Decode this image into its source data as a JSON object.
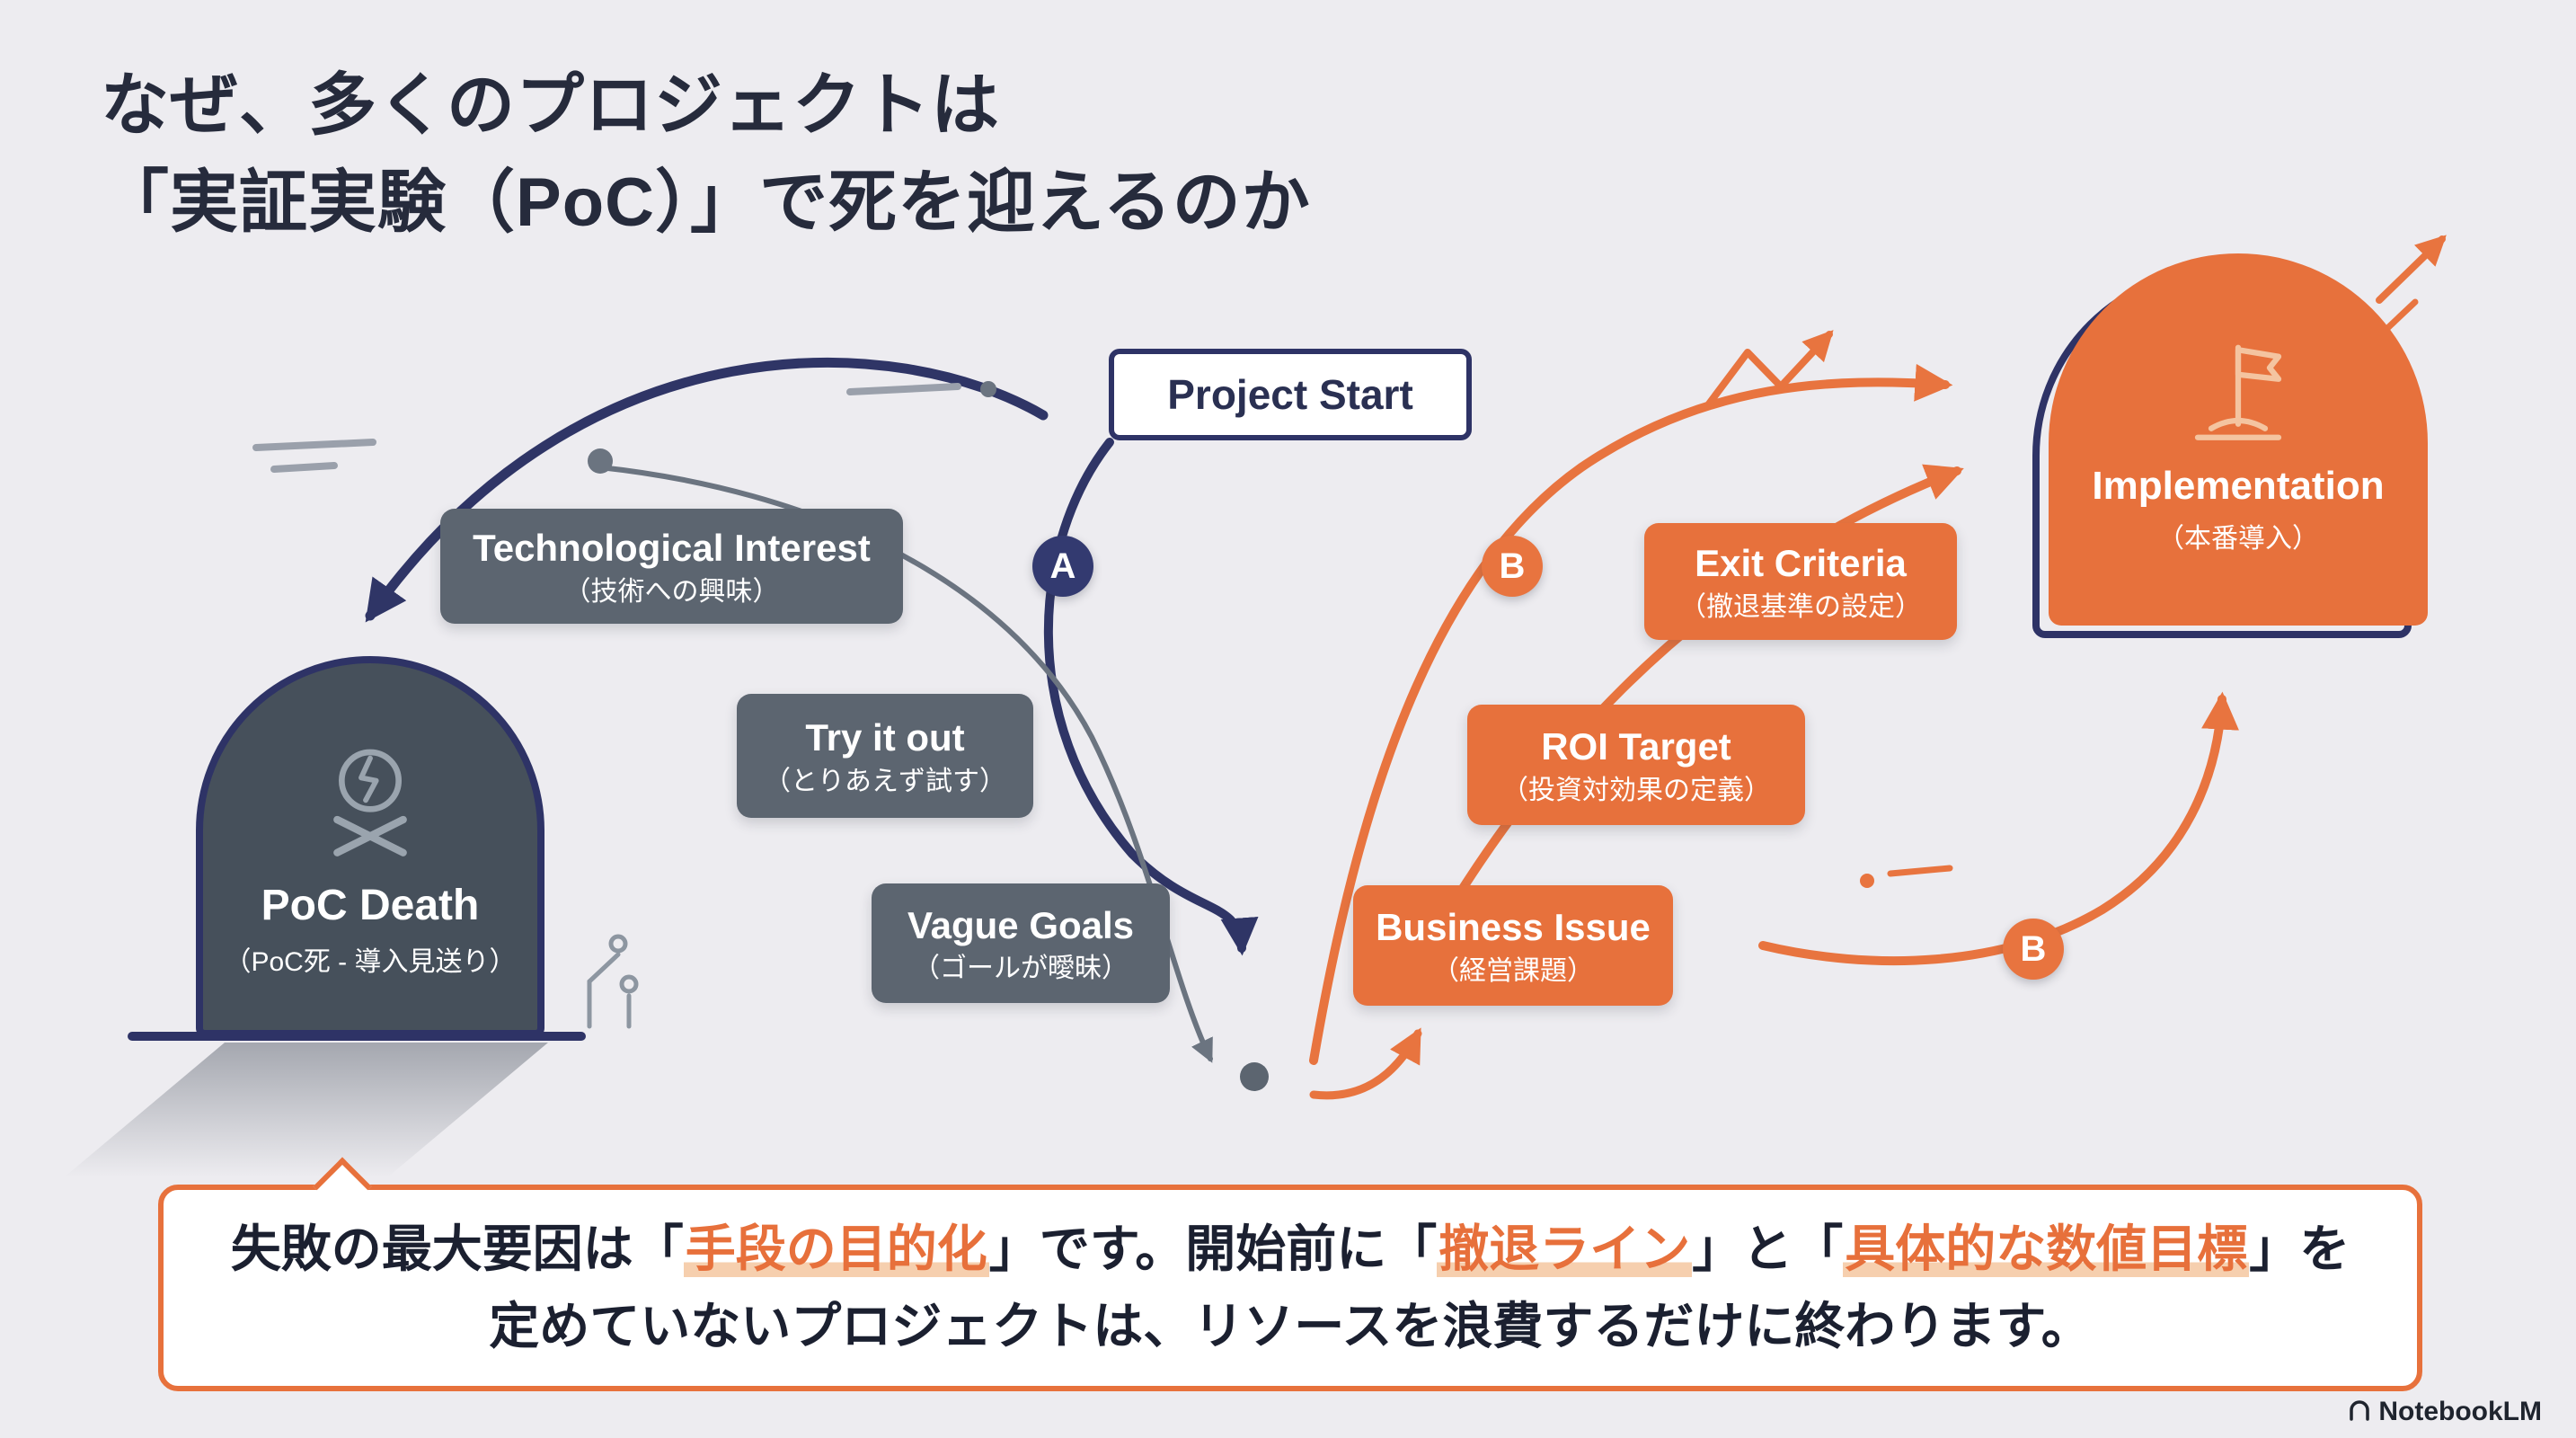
{
  "title": {
    "line1": "なぜ、多くのプロジェクトは",
    "line2": "「実証実験（PoC）」で死を迎えるのか"
  },
  "project_start": {
    "label": "Project Start"
  },
  "badges": {
    "a": "A",
    "b1": "B",
    "b2": "B"
  },
  "failure_path": {
    "steps": [
      {
        "title": "Technological Interest",
        "subtitle": "（技術への興味）"
      },
      {
        "title": "Try it out",
        "subtitle": "（とりあえず試す）"
      },
      {
        "title": "Vague Goals",
        "subtitle": "（ゴールが曖昧）"
      }
    ],
    "end": {
      "title": "PoC Death",
      "subtitle": "（PoC死 - 導入見送り）"
    }
  },
  "success_path": {
    "steps": [
      {
        "title": "Business Issue",
        "subtitle": "（経営課題）"
      },
      {
        "title": "ROI Target",
        "subtitle": "（投資対効果の定義）"
      },
      {
        "title": "Exit Criteria",
        "subtitle": "（撤退基準の設定）"
      }
    ],
    "end": {
      "title": "Implementation",
      "subtitle": "（本番導入）"
    }
  },
  "callout": {
    "line1": [
      {
        "text": "失敗の最大要因は",
        "highlight": false
      },
      {
        "text": "「",
        "highlight": false
      },
      {
        "text": "手段の目的化",
        "highlight": true
      },
      {
        "text": "」",
        "highlight": false
      },
      {
        "text": "です。開始前に",
        "highlight": false
      },
      {
        "text": "「",
        "highlight": false
      },
      {
        "text": "撤退ライン",
        "highlight": true
      },
      {
        "text": "」",
        "highlight": false
      },
      {
        "text": "と",
        "highlight": false
      },
      {
        "text": "「",
        "highlight": false
      },
      {
        "text": "具体的な数値目標",
        "highlight": true
      },
      {
        "text": "」",
        "highlight": false
      },
      {
        "text": "を",
        "highlight": false
      }
    ],
    "line2": "定めていないプロジェクトは、リソースを浪費するだけに終わります。"
  },
  "watermark": {
    "label": "NotebookLM"
  },
  "colors": {
    "background": "#edecf0",
    "navy": "#2e3366",
    "slate": "#5c6570",
    "orange": "#e7713c",
    "highlight": "#f6cfae",
    "white": "#ffffff"
  },
  "icons": {
    "skull": "skull-and-crossbones",
    "flag": "goal-flag",
    "trend": "rising-zigzag-arrow",
    "corner": "up-right-arrow",
    "logo": "notebooklm-arc"
  }
}
